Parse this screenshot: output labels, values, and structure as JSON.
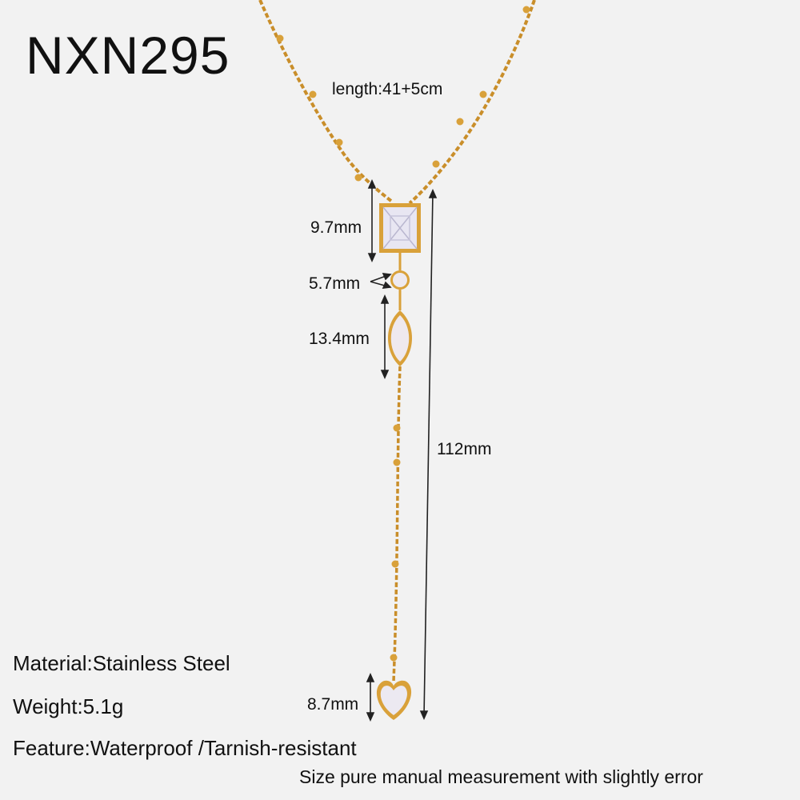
{
  "product": {
    "code": "NXN295",
    "length": "length:41+5cm"
  },
  "dimensions": {
    "pendant_rect": "9.7mm",
    "round_stone": "5.7mm",
    "marquise_stone": "13.4mm",
    "total_drop": "112mm",
    "heart_stone": "8.7mm"
  },
  "specs": {
    "material": "Material:Stainless Steel",
    "weight": "Weight:5.1g",
    "feature": "Feature:Waterproof /Tarnish-resistant"
  },
  "disclaimer": "Size pure manual measurement with slightly error",
  "colors": {
    "background": "#f2f2f2",
    "gold": "#d9a13a",
    "stone": "#e8e6f2",
    "text": "#111111"
  }
}
